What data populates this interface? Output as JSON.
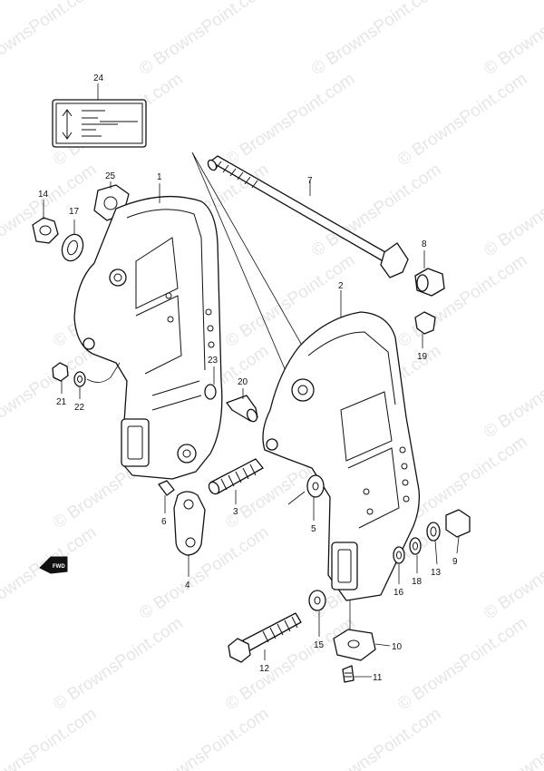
{
  "watermark_text": "© BrownsPoint.com",
  "parts": [
    {
      "number": "1"
    },
    {
      "number": "2"
    },
    {
      "number": "3"
    },
    {
      "number": "4"
    },
    {
      "number": "5"
    },
    {
      "number": "6"
    },
    {
      "number": "7"
    },
    {
      "number": "8"
    },
    {
      "number": "9"
    },
    {
      "number": "10"
    },
    {
      "number": "11"
    },
    {
      "number": "12"
    },
    {
      "number": "13"
    },
    {
      "number": "14"
    },
    {
      "number": "15"
    },
    {
      "number": "16"
    },
    {
      "number": "17"
    },
    {
      "number": "18"
    },
    {
      "number": "19"
    },
    {
      "number": "20"
    },
    {
      "number": "21"
    },
    {
      "number": "22"
    },
    {
      "number": "23"
    },
    {
      "number": "24"
    },
    {
      "number": "25"
    }
  ],
  "direction_badge": "FWD",
  "colors": {
    "line": "#111111",
    "watermark": "#e6e6e6"
  }
}
